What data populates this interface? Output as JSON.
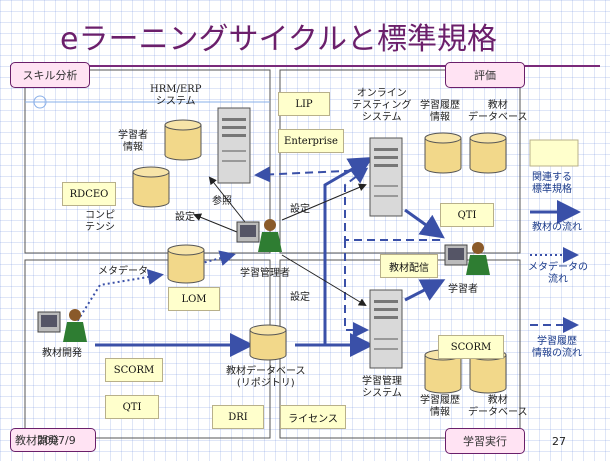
{
  "slide": {
    "title": "eラーニングサイクルと標準規格",
    "footer_date": "2007/9",
    "page_number": "27"
  },
  "categories": {
    "skill_analysis": "スキル分析",
    "evaluation": "評価",
    "material_development": "教材開発",
    "learning_execution": "学習実行"
  },
  "standards": {
    "lip": "LIP",
    "enterprise": "Enterprise",
    "rdceo": "RDCEO",
    "lom": "LOM",
    "qti_right": "QTI",
    "scorm_right": "SCORM",
    "scorm_left": "SCORM",
    "qti_left": "QTI",
    "dri": "DRI",
    "license": "ライセンス",
    "material_delivery": "教材配信"
  },
  "labels": {
    "hrm_erp": [
      "HRM/ERP",
      "システム"
    ],
    "learner_info": [
      "学習者",
      "情報"
    ],
    "competency": [
      "コンピ",
      "テンシ"
    ],
    "setting_left": "設定",
    "reference": "参照",
    "setting_top": "設定",
    "setting_mid": "設定",
    "online_testing": [
      "オンライン",
      "テスティング",
      "システム"
    ],
    "history_top": [
      "学習履歴",
      "情報"
    ],
    "material_db_top": [
      "教材",
      "データベース"
    ],
    "learning_admin": "学習管理者",
    "metadata": "メタデータ",
    "learner": "学習者",
    "material_developer": "教材開発",
    "material_db": [
      "教材データベース",
      "(リポジトリ)"
    ],
    "lms": [
      "学習管理",
      "システム"
    ],
    "history_bottom": [
      "学習履歴",
      "情報"
    ],
    "material_db_bottom": [
      "教材",
      "データベース"
    ]
  },
  "legend": {
    "related": [
      "関連する",
      "標準規格"
    ],
    "material_flow": "教材の流れ",
    "metadata_flow": [
      "メタデータの",
      "流れ"
    ],
    "history_flow": [
      "学習履歴",
      "情報の流れ"
    ]
  },
  "colors": {
    "title": "#6b1f6b",
    "arrow_blue": "#3a50a8",
    "category_fill": "#ffe3f3",
    "standard_fill": "#ffffcc",
    "cylinder": "#f2d88a"
  }
}
